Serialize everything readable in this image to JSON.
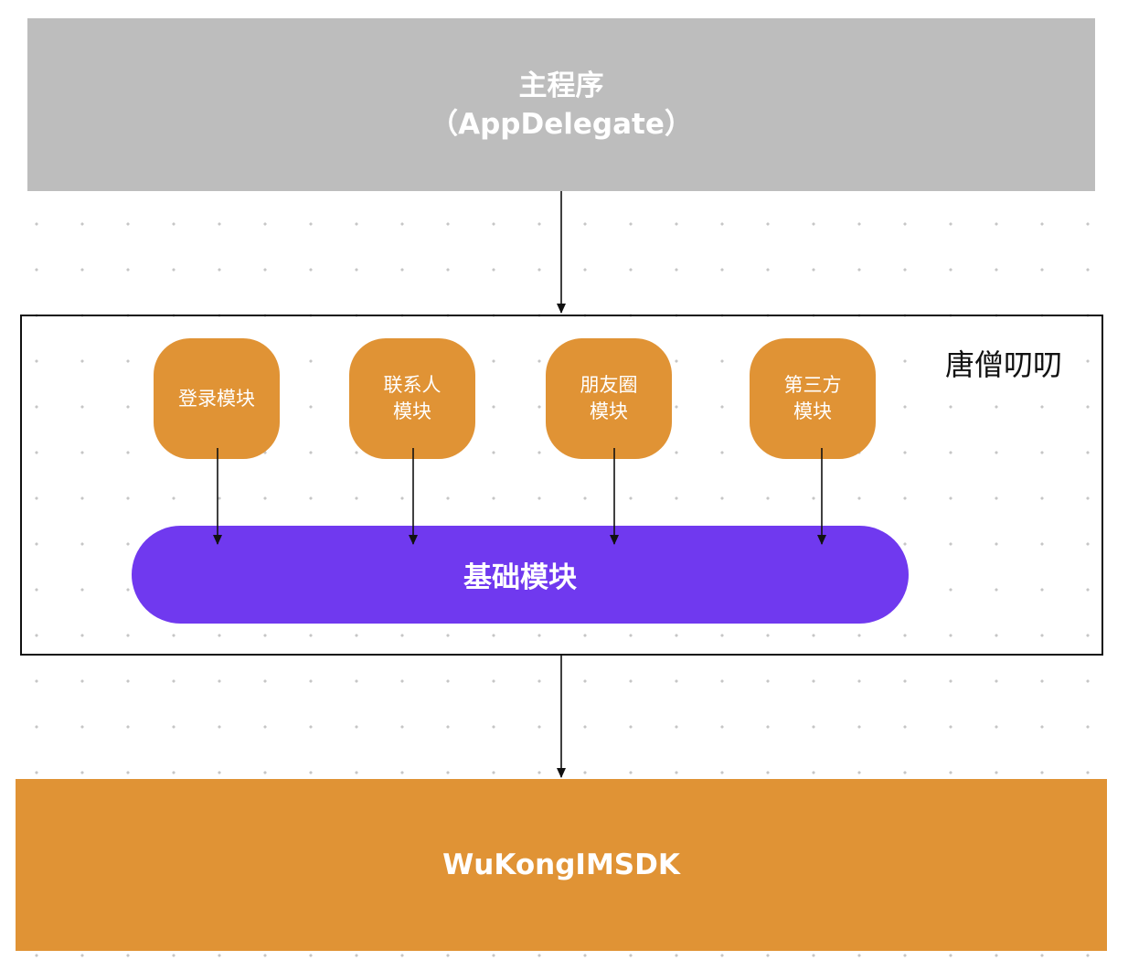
{
  "main_program": {
    "line1": "主程序",
    "line2": "（AppDelegate）",
    "color": "#bdbdbd"
  },
  "container": {
    "label": "唐僧叨叨"
  },
  "modules": [
    {
      "line1": "登录模块",
      "line2": ""
    },
    {
      "line1": "联系人",
      "line2": "模块"
    },
    {
      "line1": "朋友圈",
      "line2": "模块"
    },
    {
      "line1": "第三方",
      "line2": "模块"
    }
  ],
  "base_module": {
    "label": "基础模块",
    "color": "#7039ef"
  },
  "sdk": {
    "label": "WuKongIMSDK",
    "color": "#e09335"
  }
}
